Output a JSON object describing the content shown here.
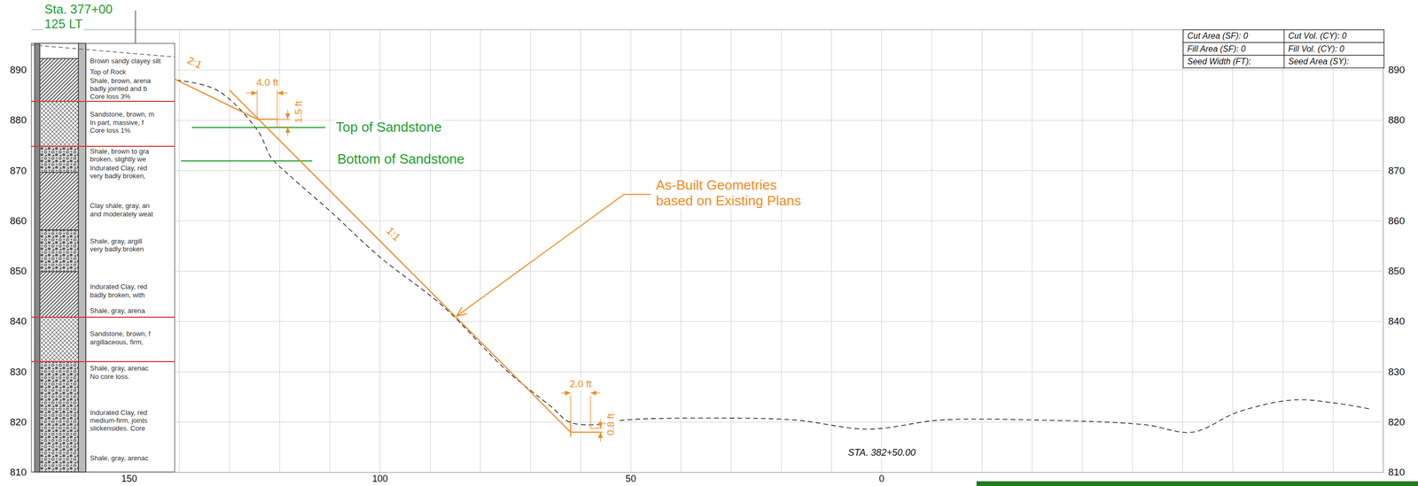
{
  "diagram": {
    "labels": [
      "Sta. 377+00",
      "125 LT",
      "Cut Area (SF): 0",
      "Cut Vol. (CY): 0",
      "Fill Area (SF): 0",
      "Fill Vol. (CY): 0",
      "Seed Width (FT):",
      "Seed Area (SY):",
      "890",
      "880",
      "870",
      "860",
      "850",
      "840",
      "830",
      "820",
      "810",
      "890",
      "880",
      "870",
      "860",
      "850",
      "840",
      "830",
      "820",
      "810",
      "150",
      "100",
      "50",
      "0",
      "2:1",
      "4.0 ft",
      "1.5 ft",
      "1:1",
      "2.0 ft",
      "0.8 ft",
      "Top of Sandstone",
      "Bottom of Sandstone",
      "As-Built Geometries based on Existing Plans",
      "STA. 382+50.00",
      "Brown sandy clayey silt",
      "Top of Rock",
      "Shale, brown, arena",
      "badly jointed and b",
      "Core loss 3%",
      "Sandstone, brown, m",
      "In part, massive, f",
      "Core loss 1%",
      "Shale, brown to gra",
      "broken, slightly we",
      "Indurated Clay, red",
      "very badly broken,",
      "Clay shale, gray, an",
      "and moderately weat",
      "Shale, gray, argill",
      "very badly broken",
      "Indurated Clay, red",
      "badly broken, with",
      "Shale, gray, arena",
      "Sandstone, brown, f",
      "argillaceous, firm,",
      "Shale, gray, arenac",
      "No core loss.",
      "Indurated Clay, red",
      "medium-firm, joints",
      "slickensides. Core",
      "Shale, gray, arenac"
    ]
  }
}
